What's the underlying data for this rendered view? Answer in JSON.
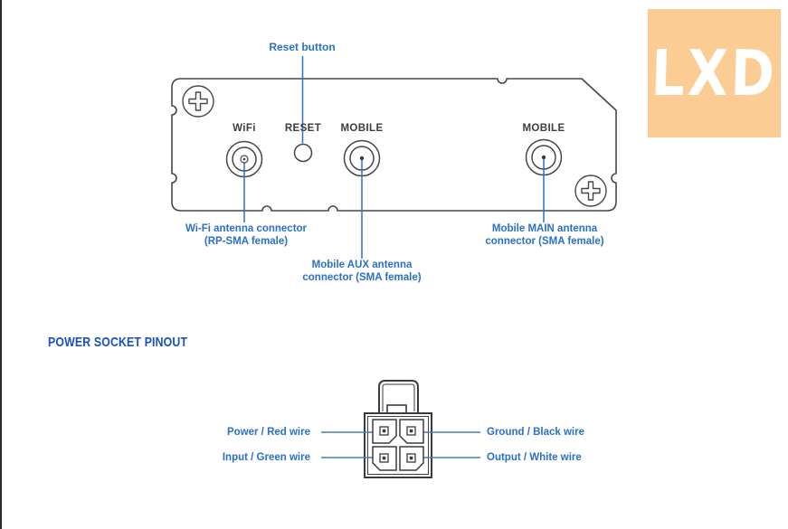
{
  "watermark": {
    "text": "LXD",
    "bg_color": "#fbcd95",
    "text_color": "#ffffff"
  },
  "colors": {
    "callout_blue": "#2a70c8",
    "heading_blue": "#1750c4",
    "diagram_line_dark": "#46464c",
    "pin_line_blue": "#4a7cc2",
    "panel_label_dark": "#3d3d42",
    "page_left_edge": "#2b2b31"
  },
  "icons": {
    "screw_top_left": "phillips-screw-icon",
    "screw_bottom_right": "phillips-screw-icon",
    "wifi_connector": "rp-sma-connector-icon",
    "reset_hole": "reset-hole-icon",
    "mobile_aux_connector": "sma-connector-icon",
    "mobile_main_connector": "sma-connector-icon",
    "power_socket": "4-pin-power-socket-icon"
  },
  "panel_diagram": {
    "reset_callout": "Reset button",
    "port_labels": {
      "wifi": "WiFi",
      "reset": "RESET",
      "mobile_aux": "MOBILE",
      "mobile_main": "MOBILE"
    },
    "callouts": {
      "wifi": {
        "line1": "Wi-Fi antenna connector",
        "line2": "(RP-SMA female)"
      },
      "mobile_aux": {
        "line1": "Mobile AUX antenna",
        "line2": "connector (SMA female)"
      },
      "mobile_main": {
        "line1": "Mobile MAIN antenna",
        "line2": "connector (SMA female)"
      }
    }
  },
  "pinout_section": {
    "heading": "POWER SOCKET PINOUT",
    "pins": {
      "power": "Power / Red wire",
      "ground": "Ground / Black wire",
      "input": "Input / Green wire",
      "output": "Output / White wire"
    }
  }
}
